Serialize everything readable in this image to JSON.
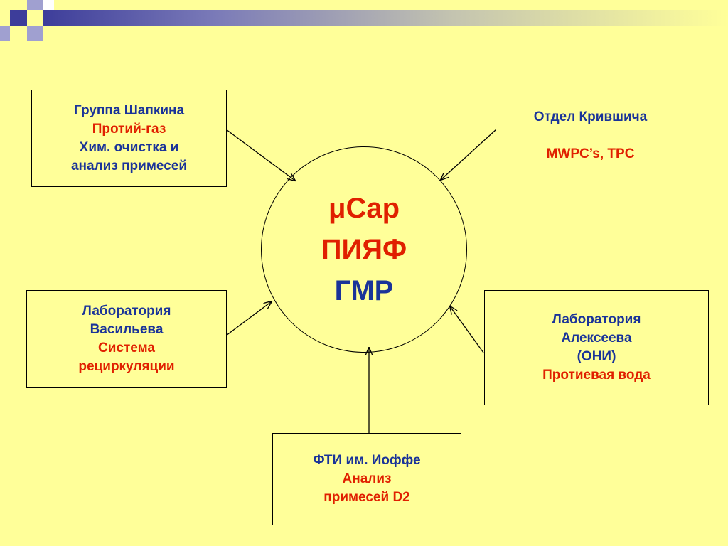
{
  "center": {
    "line1": "μCap",
    "line2": "ПИЯФ",
    "line3": "ГМР"
  },
  "boxes": {
    "shapkin": {
      "title": "Группа Шапкина",
      "line2": "Протий-газ",
      "line3": "Хим. очистка и",
      "line4": "анализ примесей"
    },
    "krivshich": {
      "title": "Отдел Крившича",
      "line2": "MWPC’s, TPC"
    },
    "vasiliev": {
      "line1": "Лаборатория",
      "line2": "Васильева",
      "line3": "Система",
      "line4": "рециркуляции"
    },
    "alekseev": {
      "line1": "Лаборатория",
      "line2": "Алексеева",
      "line3": "(ОНИ)",
      "line4": "Протиевая вода"
    },
    "ioffe": {
      "title": "ФТИ им. Иоффе",
      "line2": "Анализ",
      "line3": "примесей D2"
    }
  },
  "colors": {
    "background": "#ffff99",
    "title_blue": "#1a3399",
    "accent_red": "#e02000",
    "deco_navy": "#3d3d9a",
    "deco_lavender": "#a0a0d0"
  }
}
